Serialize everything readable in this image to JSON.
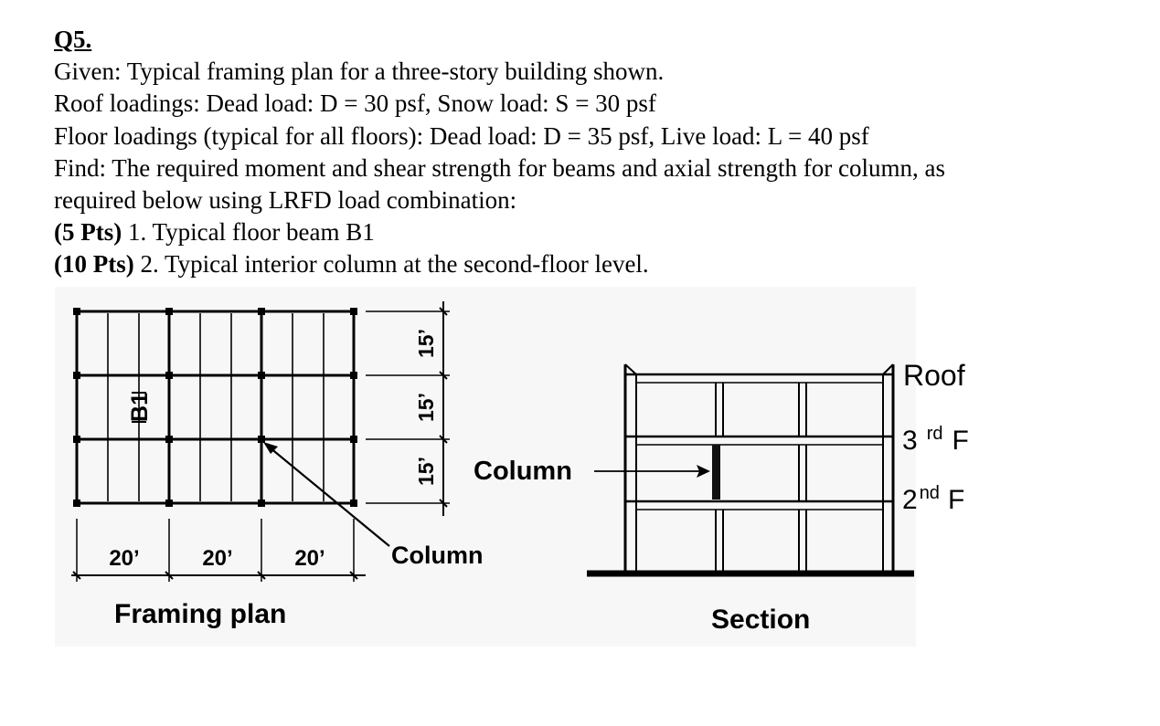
{
  "question": {
    "title": "Q5.",
    "given": "Given: Typical framing plan for a three-story building shown.",
    "roof_loadings": "Roof loadings: Dead load: D = 30 psf, Snow load: S = 30 psf",
    "floor_loadings": "Floor loadings (typical for all floors): Dead load: D = 35 psf, Live load: L = 40 psf",
    "find_line1": "Find: The required moment and shear strength for beams and axial strength for column, as",
    "find_line2": "required below using LRFD load combination:",
    "items": [
      {
        "points": "(5 Pts)",
        "text": " 1. Typical floor beam B1"
      },
      {
        "points": "(10 Pts)",
        "text": " 2. Typical interior column at the second-floor level."
      }
    ]
  },
  "framing_plan": {
    "caption": "Framing plan",
    "beam_label": "B1",
    "column_label": "Column",
    "bay_widths": [
      "20’",
      "20’",
      "20’"
    ],
    "bay_depths": [
      "15’",
      "15’",
      "15’"
    ]
  },
  "section": {
    "caption": "Section",
    "column_label": "Column",
    "roof_label": "Roof",
    "third_floor_num": "3",
    "third_floor_sup": "rd",
    "third_floor_suffix": "F",
    "second_floor_num": "2",
    "second_floor_sup": "nd",
    "second_floor_suffix": "F"
  }
}
